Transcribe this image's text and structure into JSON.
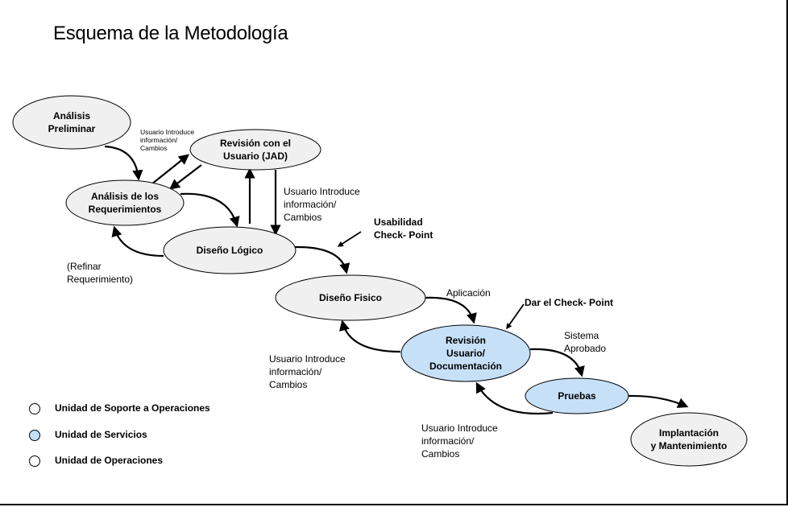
{
  "title": "Esquema de la Metodología",
  "colors": {
    "node_default": "#f0f0f0",
    "node_services": "#c6e0f8",
    "stroke": "#000000"
  },
  "nodes": [
    {
      "id": "analisis-preliminar",
      "lines": [
        "Análisis",
        "Preliminar"
      ],
      "unit": "default"
    },
    {
      "id": "revision-jad",
      "lines": [
        "Revisión  con el",
        "Usuario (JAD)"
      ],
      "unit": "default"
    },
    {
      "id": "analisis-requerimientos",
      "lines": [
        "Análisis de los",
        "Requerimientos"
      ],
      "unit": "default"
    },
    {
      "id": "diseno-logico",
      "lines": [
        "Diseño Lógico"
      ],
      "unit": "default"
    },
    {
      "id": "diseno-fisico",
      "lines": [
        "Diseño     Fisico"
      ],
      "unit": "default"
    },
    {
      "id": "revision-usuario",
      "lines": [
        "Revisión",
        "Usuario/",
        "Documentación"
      ],
      "unit": "services"
    },
    {
      "id": "pruebas",
      "lines": [
        "Pruebas"
      ],
      "unit": "services"
    },
    {
      "id": "implantacion",
      "lines": [
        "Implantación",
        "y Mantenimiento"
      ],
      "unit": "default"
    }
  ],
  "notes": {
    "usuario_small": [
      "Usuario Introduce",
      "información/",
      "Cambios"
    ],
    "usuario_1": [
      "Usuario Introduce",
      " información/",
      " Cambios"
    ],
    "usabilidad": [
      "Usabilidad",
      "Check-    Point"
    ],
    "refinar": [
      "(Refinar",
      "Requerimiento)"
    ],
    "aplicacion": [
      "Aplicación"
    ],
    "dar_check": [
      "Dar el Check-        Point"
    ],
    "sistema": [
      "Sistema",
      "Aprobado"
    ],
    "usuario_2": [
      "Usuario Introduce",
      " información/",
      " Cambios"
    ],
    "usuario_3": [
      "Usuario Introduce",
      " información/",
      " Cambios"
    ]
  },
  "legend": [
    {
      "label": "Unidad de Soporte a Operaciones",
      "color": "#ffffff"
    },
    {
      "label": "Unidad de Servicios",
      "color": "#c6e0f8"
    },
    {
      "label": "Unidad de Operaciones",
      "color": "#ffffff"
    }
  ]
}
